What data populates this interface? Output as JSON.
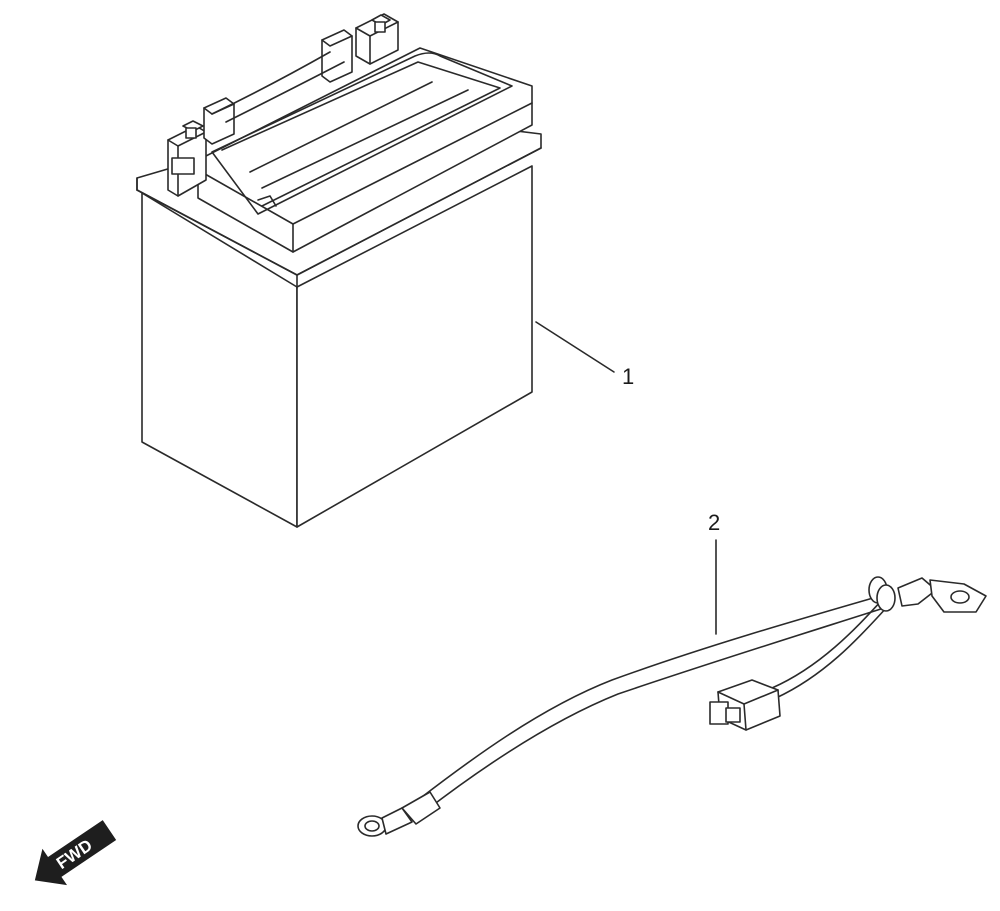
{
  "callouts": [
    {
      "label": "1",
      "part": "battery"
    },
    {
      "label": "2",
      "part": "battery-cable-harness"
    }
  ],
  "direction_arrow": {
    "label": "FWD"
  },
  "colors": {
    "line": "#2a2a2a",
    "background": "#ffffff",
    "arrow": "#1e1e1e"
  }
}
